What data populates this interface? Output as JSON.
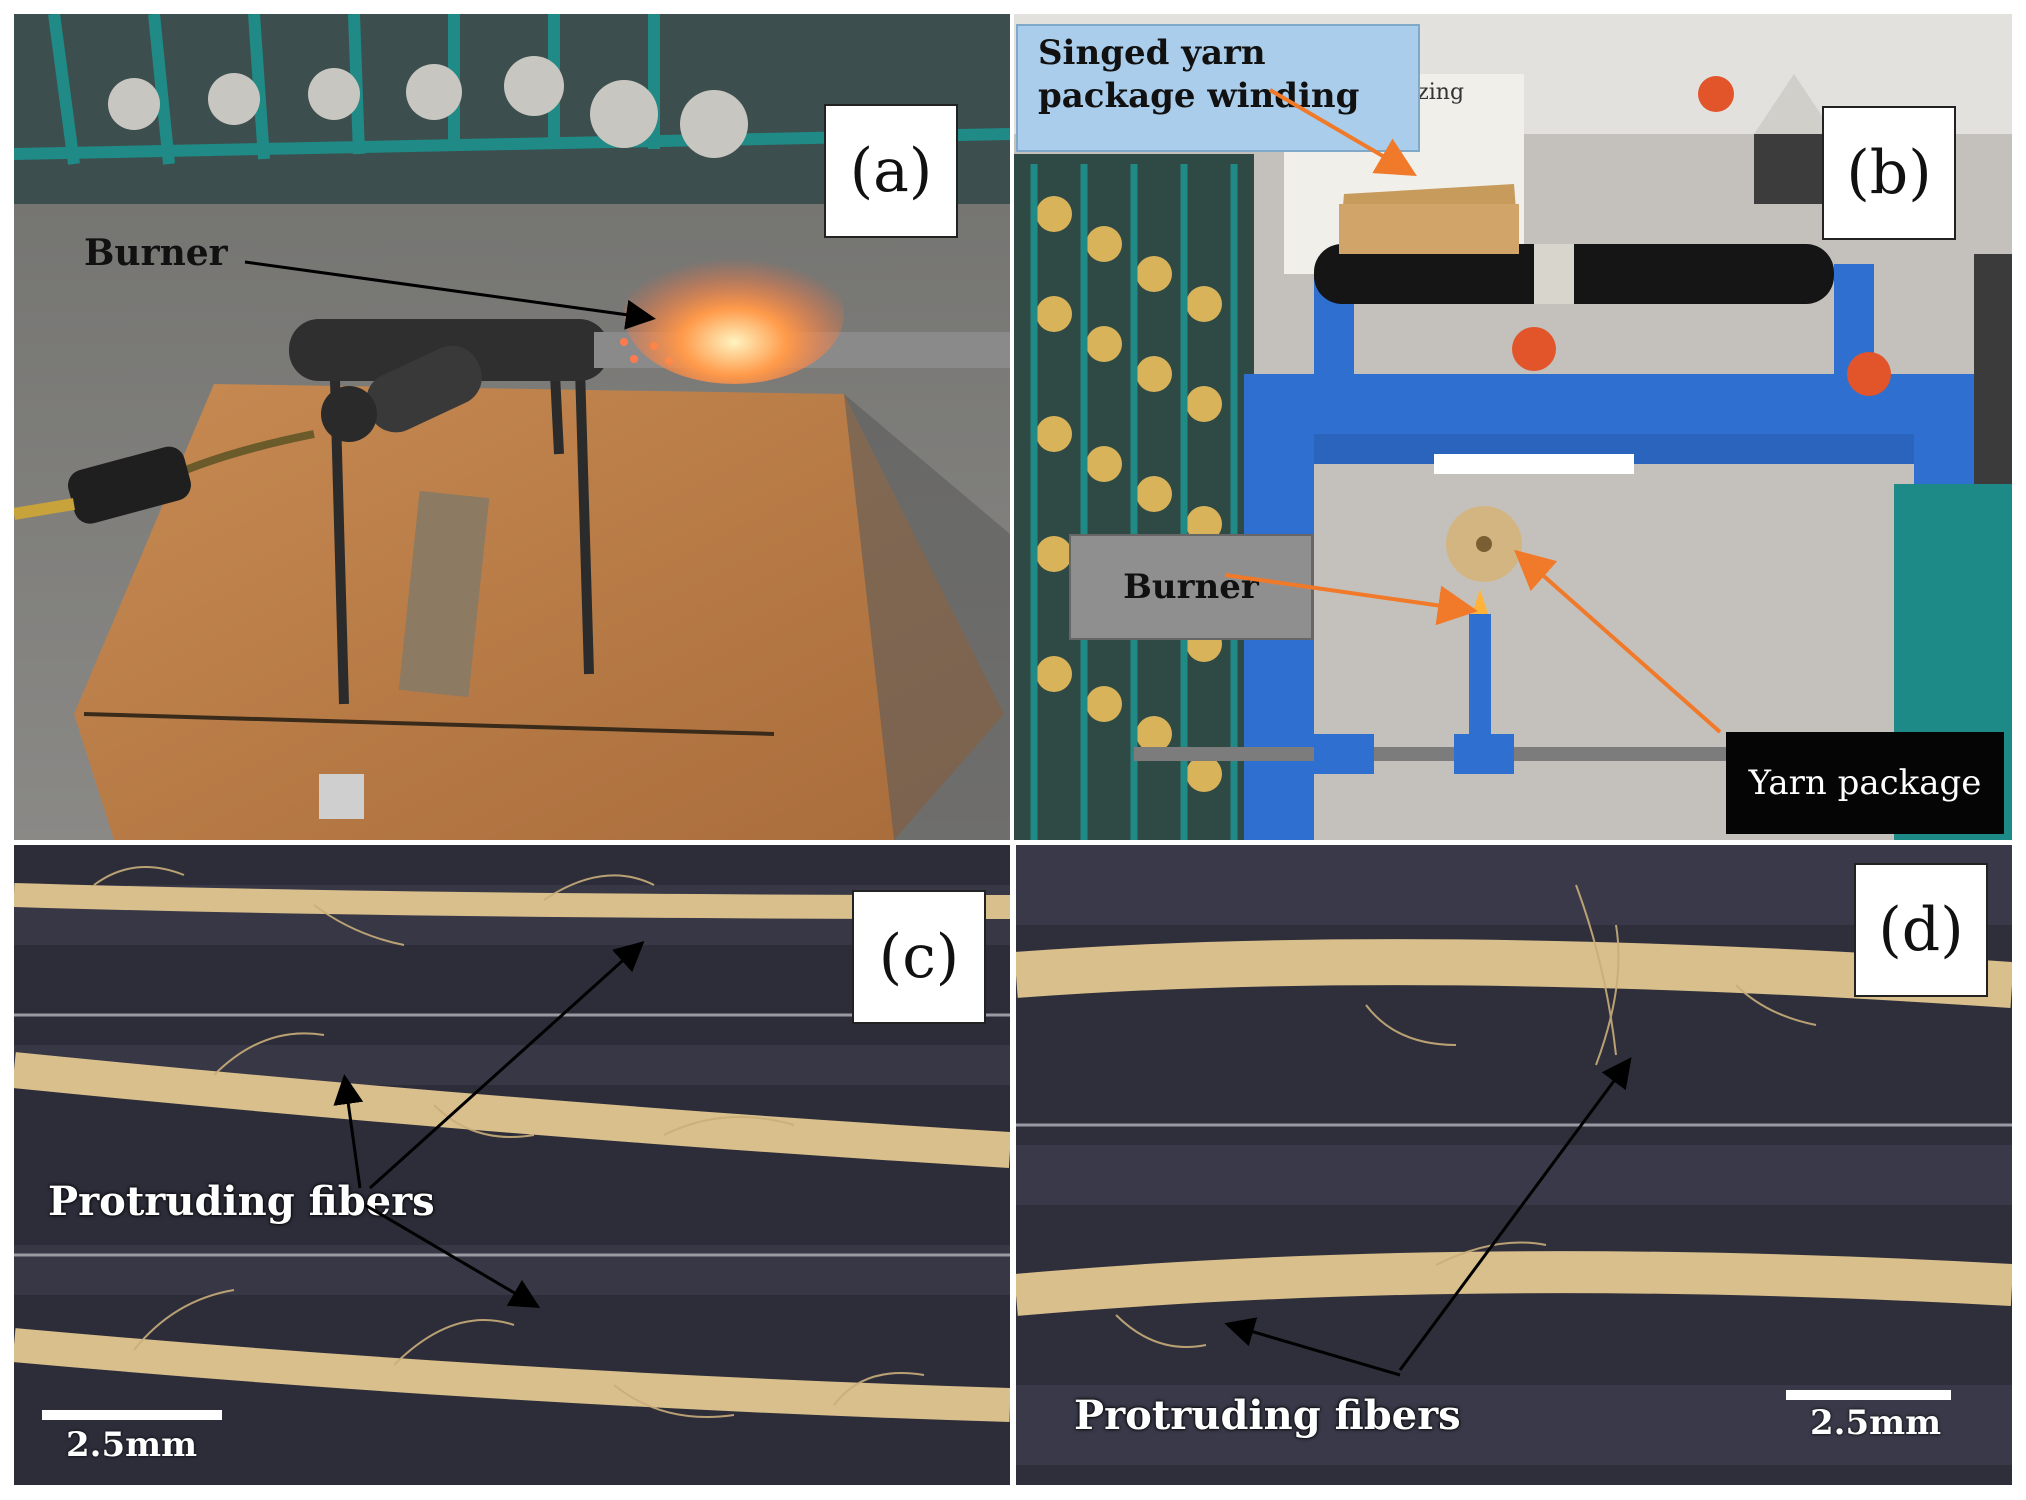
{
  "panels": {
    "a": {
      "label": "(a)",
      "callouts": {
        "burner": "Burner"
      }
    },
    "b": {
      "label": "(b)",
      "callouts": {
        "singed": "Singed yarn package winding",
        "burner": "Burner",
        "yarn_package": "Yarn package"
      }
    },
    "c": {
      "label": "(c)",
      "callouts": {
        "protruding": "Protruding fibers"
      },
      "scalebar": "2.5mm"
    },
    "d": {
      "label": "(d)",
      "callouts": {
        "protruding": "Protruding fibers"
      },
      "scalebar": "2.5mm"
    }
  },
  "colors": {
    "callout_blue": "#a9cdea",
    "callout_gray": "#8f8f8f",
    "arrow_orange": "#f07a2a",
    "arrow_black": "#000000",
    "yarn": "#d9bf8c",
    "background_fabric": "#2d2d3a"
  }
}
